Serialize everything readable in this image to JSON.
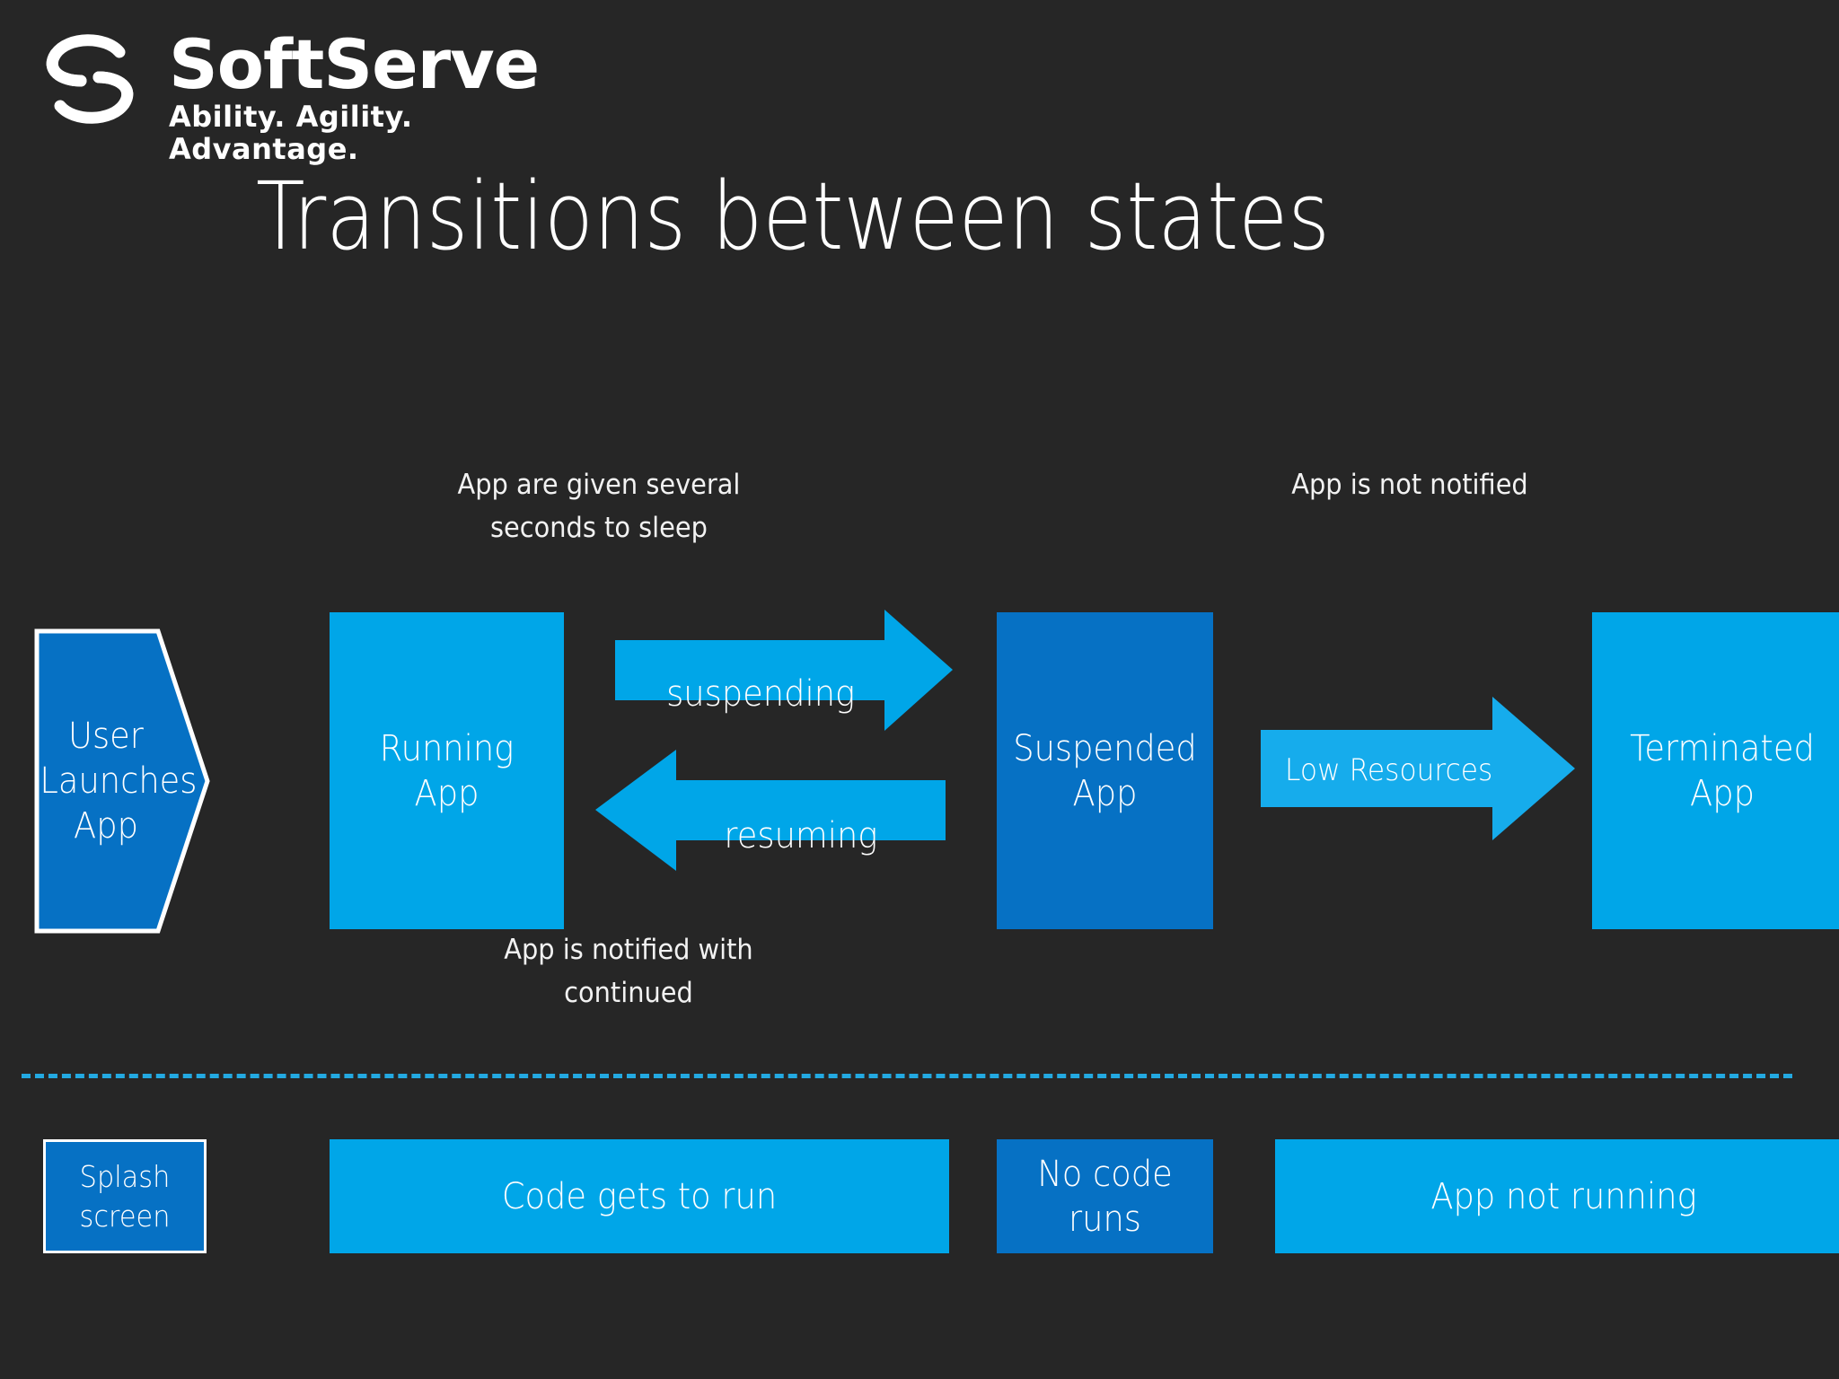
{
  "slide": {
    "background_color": "#262626",
    "title": "Transitions between states"
  },
  "brand": {
    "name": "SoftServe",
    "tagline": "Ability. Agility. Advantage.",
    "logo_icon": "softserve-swirl-logo"
  },
  "colors": {
    "background": "#262626",
    "light_blue": "#00A6E8",
    "dark_blue": "#0671C4",
    "accent_dashed_line": "#23A9E1",
    "text": "#FFFFFF"
  },
  "diagram": {
    "type": "state-transition",
    "annotations": [
      {
        "id": "suspend-note",
        "text": "App are given several\nseconds to sleep"
      },
      {
        "id": "terminate-note",
        "text": "App is not notified"
      },
      {
        "id": "resume-note",
        "text": "App is notified with\ncontinued"
      }
    ],
    "states": [
      {
        "id": "user-launches-app",
        "label": "User\nLaunches\nApp",
        "shape": "pentagon",
        "fill": "dark_blue",
        "bordered": true
      },
      {
        "id": "running-app",
        "label": "Running\nApp",
        "shape": "rect",
        "fill": "light_blue"
      },
      {
        "id": "suspended-app",
        "label": "Suspended\nApp",
        "shape": "rect",
        "fill": "dark_blue"
      },
      {
        "id": "terminated-app",
        "label": "Terminated\nApp",
        "shape": "rect",
        "fill": "light_blue"
      }
    ],
    "transitions": [
      {
        "id": "suspending",
        "label": "suspending",
        "direction": "right",
        "fill": "light_blue"
      },
      {
        "id": "resuming",
        "label": "resuming",
        "direction": "left",
        "fill": "light_blue"
      },
      {
        "id": "low-resources",
        "label": "Low Resources",
        "direction": "right",
        "fill": "light_blue"
      }
    ],
    "lifecycle_bar": [
      {
        "id": "splash-screen",
        "label": "Splash\nscreen",
        "fill": "dark_blue",
        "bordered": true
      },
      {
        "id": "code-gets-to-run",
        "label": "Code gets to run",
        "fill": "light_blue"
      },
      {
        "id": "no-code-runs",
        "label": "No code\nruns",
        "fill": "dark_blue"
      },
      {
        "id": "app-not-running",
        "label": "App not running",
        "fill": "light_blue"
      }
    ]
  }
}
